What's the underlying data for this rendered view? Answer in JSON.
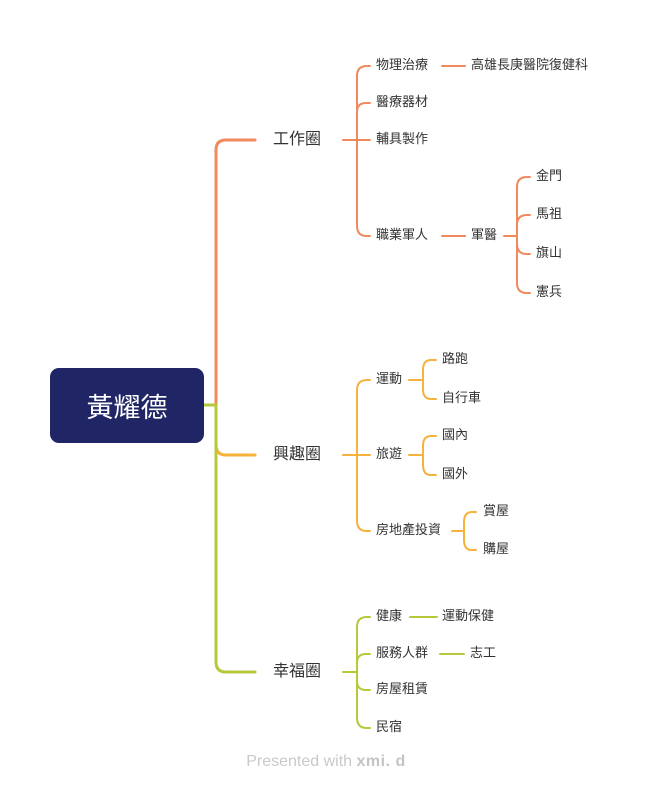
{
  "root": "黃耀德",
  "colors": {
    "work": "#f08a5d",
    "hobby": "#f6b23c",
    "happy": "#b7c83a",
    "root_bg": "#1f2565"
  },
  "branches": {
    "work": {
      "label": "工作圈",
      "items": {
        "physio": "物理治療",
        "hospital": "高雄長庚醫院復健科",
        "equipment": "醫療器材",
        "aids": "輔具製作",
        "military": "職業軍人",
        "medic": "軍醫",
        "places": [
          "金門",
          "馬祖",
          "旗山",
          "憲兵"
        ]
      }
    },
    "hobby": {
      "label": "興趣圈",
      "items": {
        "sport": "運動",
        "running": "路跑",
        "cycling": "自行車",
        "travel": "旅遊",
        "domestic": "國內",
        "abroad": "國外",
        "realestate": "房地產投資",
        "rent": "賞屋",
        "buy": "購屋"
      }
    },
    "happy": {
      "label": "幸福圈",
      "items": {
        "health": "健康",
        "exercise": "運動保健",
        "service": "服務人群",
        "volunteer": "志工",
        "lease": "房屋租賃",
        "bnb": "民宿"
      }
    }
  },
  "footer": {
    "prefix": "Presented with ",
    "brand": "xmi. d"
  }
}
